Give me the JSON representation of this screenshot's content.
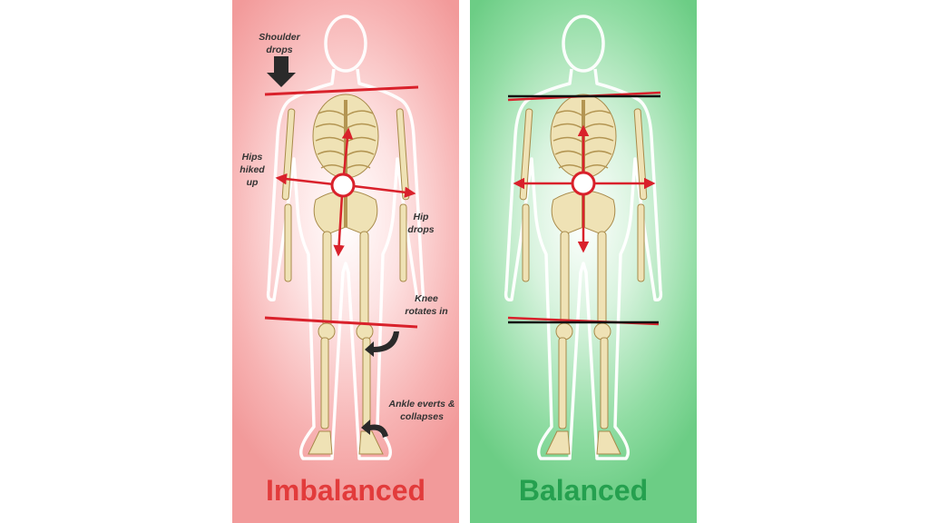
{
  "left_panel": {
    "title": "Imbalanced",
    "labels": {
      "shoulder": "Shoulder drops",
      "hips_hiked": "Hips hiked up",
      "hip_drops": "Hip drops",
      "knee": "Knee rotates in",
      "ankle": "Ankle everts & collapses"
    },
    "background_color": "#f29a9a",
    "title_color": "#e23b3b"
  },
  "right_panel": {
    "title": "Balanced",
    "background_color": "#6ccd85",
    "title_color": "#25a04f"
  },
  "colors": {
    "indicator": "#d9212b",
    "reference_line": "#111111",
    "bone": "#e9d9a6"
  }
}
